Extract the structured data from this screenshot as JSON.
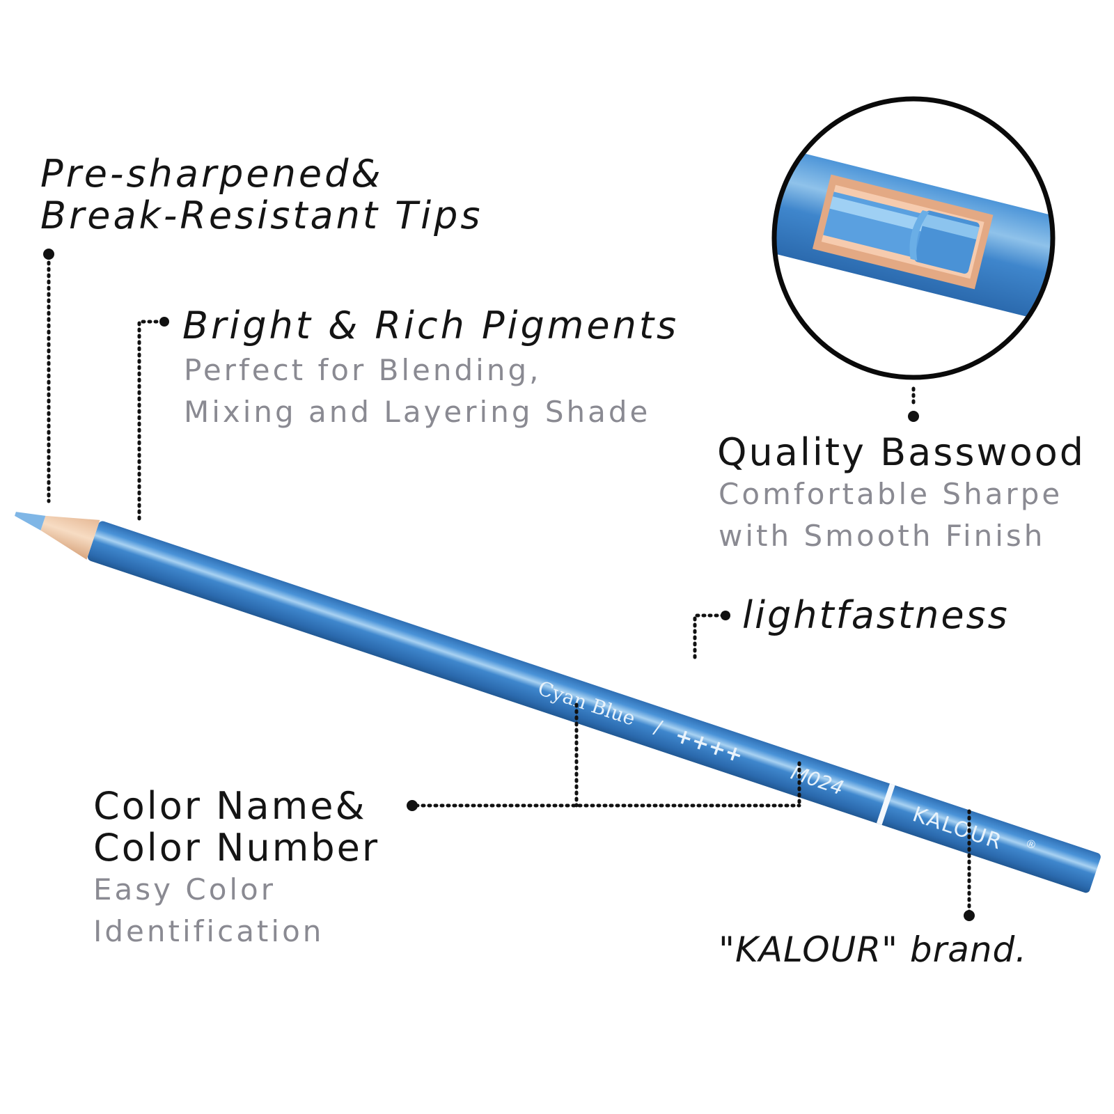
{
  "features": {
    "tips": {
      "line1": "Pre-sharpened&",
      "line2": "Break-Resistant Tips"
    },
    "pigments": {
      "title": "Bright & Rich Pigments",
      "desc1": "Perfect for Blending,",
      "desc2": "Mixing and Layering Shade"
    },
    "basswood": {
      "title": "Quality Basswood",
      "desc1": "Comfortable Sharpe",
      "desc2": "with Smooth Finish"
    },
    "lightfastness": {
      "title": "lightfastness"
    },
    "color_name": {
      "line1": "Color Name&",
      "line2": "Color Number",
      "desc1": "Easy Color",
      "desc2": "Identification"
    },
    "brand": {
      "title": "\"KALOUR\" brand."
    }
  },
  "pencil": {
    "color_name_label": "Cyan Blue",
    "separator": "/",
    "lightfast_rating": "++++",
    "color_number": "M024",
    "brand_label": "KALOUR",
    "brand_mark": "®"
  },
  "colors": {
    "pencil_body": "#3b80c6",
    "pencil_highlight": "#8fc2ea",
    "wood": "#eecaa8",
    "lead": "#7fb6e6",
    "text_dark": "#141414",
    "text_gray": "#8a8a92"
  },
  "icons": [
    "pencil-illustration",
    "cross-section-magnifier",
    "leader-dot"
  ]
}
